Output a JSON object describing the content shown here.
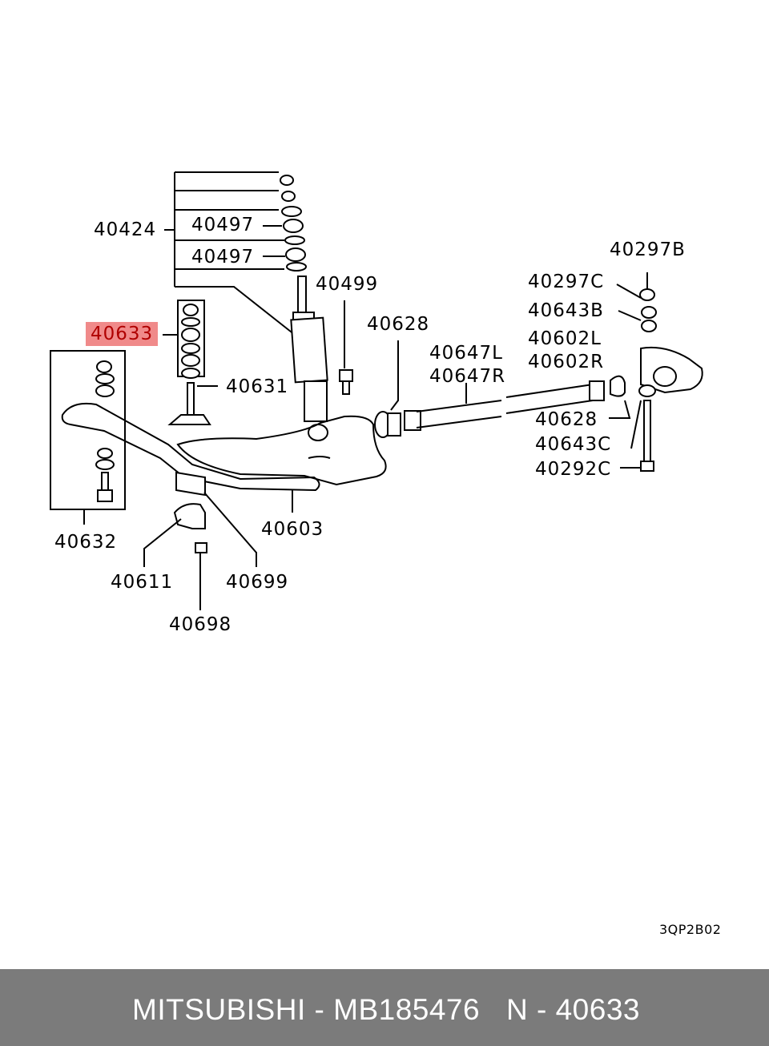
{
  "labels": {
    "p40424": "40424",
    "p40497a": "40497",
    "p40497b": "40497",
    "p40499": "40499",
    "p40633": "40633",
    "p40631": "40631",
    "p40628a": "40628",
    "p40647L": "40647L",
    "p40647R": "40647R",
    "p40297B": "40297B",
    "p40297C": "40297C",
    "p40643B": "40643B",
    "p40602L": "40602L",
    "p40602R": "40602R",
    "p40628b": "40628",
    "p40643C": "40643C",
    "p40292C": "40292C",
    "p40603": "40603",
    "p40632": "40632",
    "p40611": "40611",
    "p40699": "40699",
    "p40698": "40698"
  },
  "diagram_code": "3QP2B02",
  "highlight_color": "#f08a8a",
  "footer": {
    "brand_part": "MITSUBISHI - MB185476",
    "ref_number": "N - 40633",
    "background": "#7b7b7b"
  }
}
